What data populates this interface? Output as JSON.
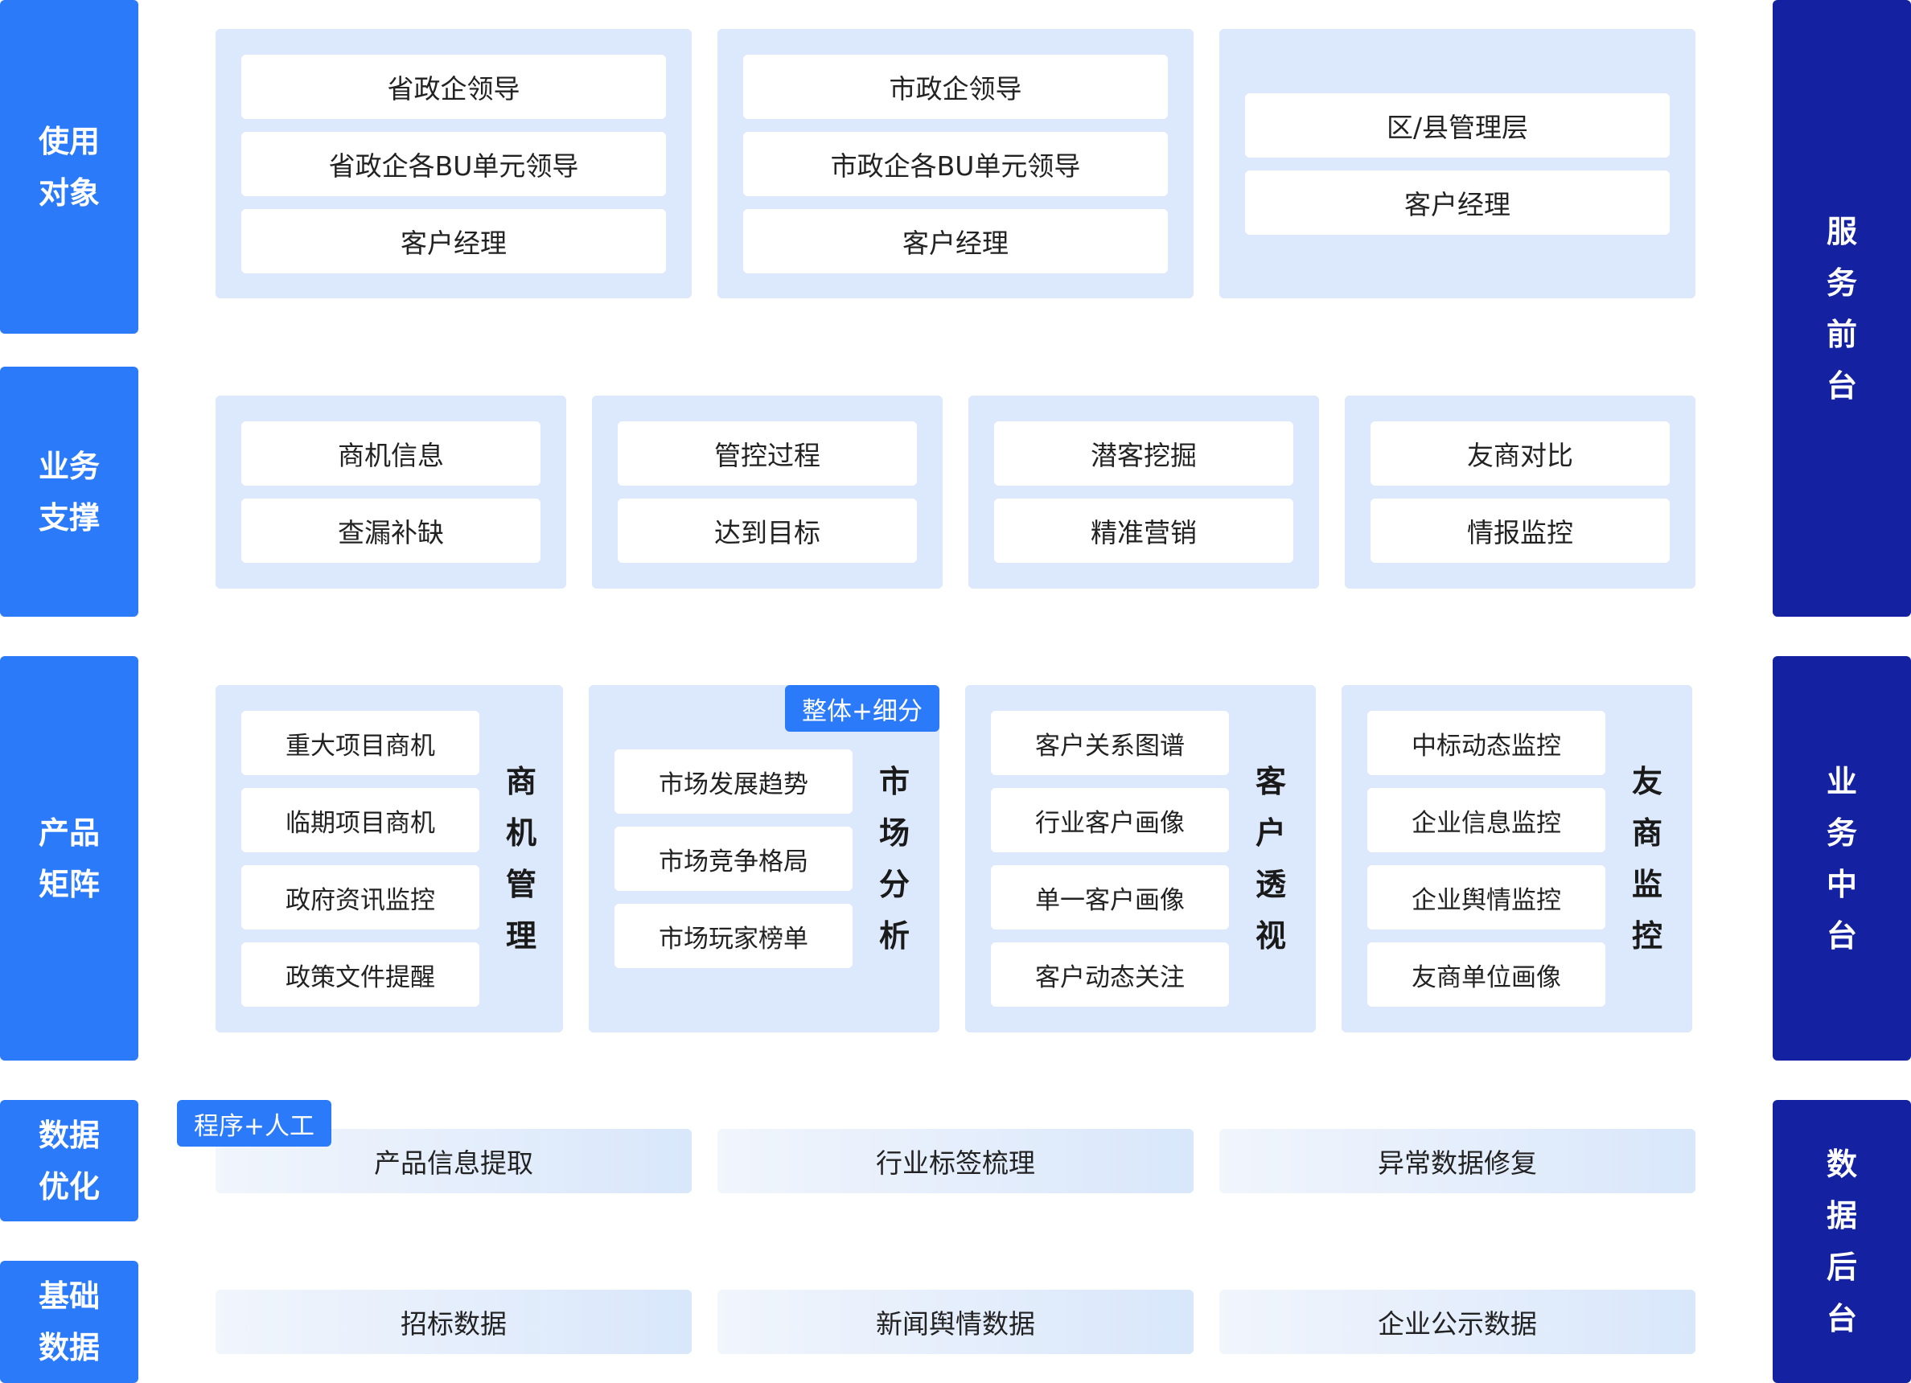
{
  "left_labels": [
    "使用\n对象",
    "业务\n支撑",
    "产品\n矩阵",
    "数据\n优化",
    "基础\n数据"
  ],
  "right_labels": [
    "服\n务\n前\n台",
    "业\n务\n中\n台",
    "数\n据\n后\n台"
  ],
  "users": {
    "province": [
      "省政企领导",
      "省政企各BU单元领导",
      "客户经理"
    ],
    "city": [
      "市政企领导",
      "市政企各BU单元领导",
      "客户经理"
    ],
    "district": [
      "区/县管理层",
      "客户经理"
    ]
  },
  "support": [
    [
      "商机信息",
      "查漏补缺"
    ],
    [
      "管控过程",
      "达到目标"
    ],
    [
      "潜客挖掘",
      "精准营销"
    ],
    [
      "友商对比",
      "情报监控"
    ]
  ],
  "products": [
    {
      "title": "商\n机\n管\n理",
      "items": [
        "重大项目商机",
        "临期项目商机",
        "政府资讯监控",
        "政策文件提醒"
      ]
    },
    {
      "title": "市\n场\n分\n析",
      "items": [
        "市场发展趋势",
        "市场竞争格局",
        "市场玩家榜单"
      ],
      "tag": "整体+细分"
    },
    {
      "title": "客\n户\n透\n视",
      "items": [
        "客户关系图谱",
        "行业客户画像",
        "单一客户画像",
        "客户动态关注"
      ]
    },
    {
      "title": "友\n商\n监\n控",
      "items": [
        "中标动态监控",
        "企业信息监控",
        "企业舆情监控",
        "友商单位画像"
      ]
    }
  ],
  "data_opt": {
    "tag": "程序+人工",
    "items": [
      "产品信息提取",
      "行业标签梳理",
      "异常数据修复"
    ]
  },
  "base_data": [
    "招标数据",
    "新闻舆情数据",
    "企业公示数据"
  ],
  "colors": {
    "left_label": "#2b7af9",
    "right_label": "#1421a0",
    "panel": "#dce8fb",
    "tag": "#2b7af9"
  }
}
